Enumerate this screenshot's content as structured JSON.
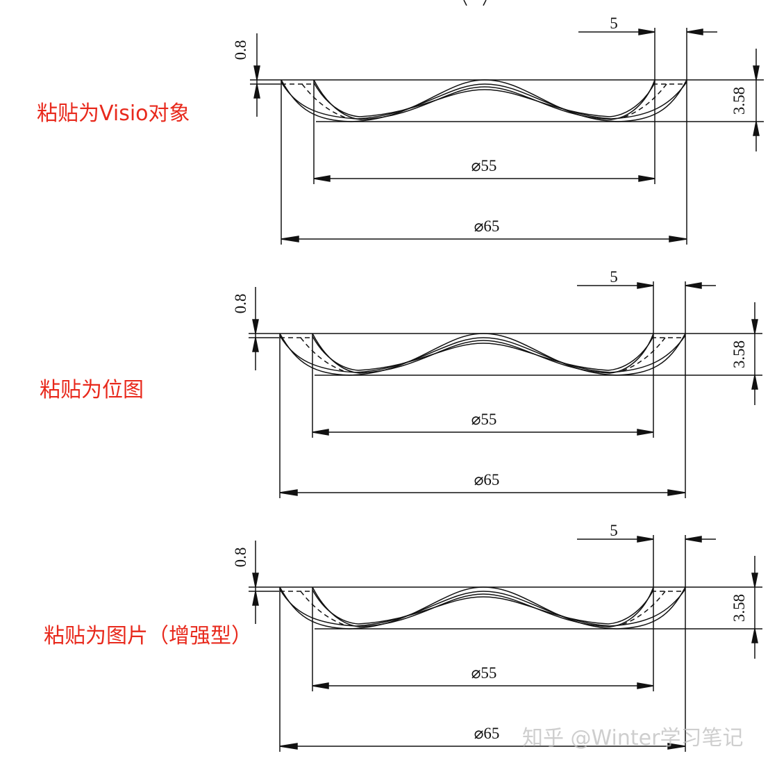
{
  "panels": [
    {
      "label": "粘贴为Visio对象",
      "dims": {
        "thickness": "0.8",
        "height": "3.58",
        "edge": "5",
        "inner_dia": "⌀55",
        "outer_dia": "⌀65"
      }
    },
    {
      "label": "粘贴为位图",
      "dims": {
        "thickness": "0.8",
        "height": "3.58",
        "edge": "5",
        "inner_dia": "⌀55",
        "outer_dia": "⌀65"
      }
    },
    {
      "label": "粘贴为图片（增强型）",
      "dims": {
        "thickness": "0.8",
        "height": "3.58",
        "edge": "5",
        "inner_dia": "⌀55",
        "outer_dia": "⌀65"
      }
    }
  ],
  "watermark": "知乎 @Winter学习笔记",
  "colors": {
    "label": "#e8291c",
    "line": "#111111"
  }
}
